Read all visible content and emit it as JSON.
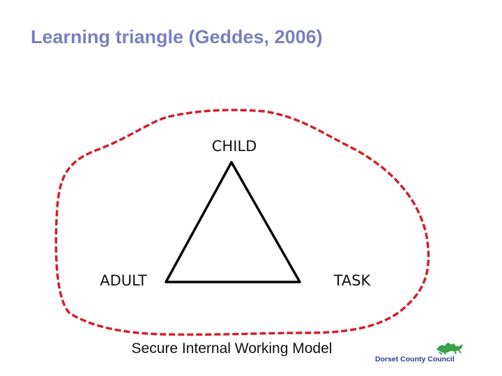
{
  "slide": {
    "title": "Learning triangle (Geddes, 2006)",
    "caption": "Secure Internal Working Model"
  },
  "diagram": {
    "nodes": {
      "child": "CHILD",
      "adult": "ADULT",
      "task": "TASK"
    },
    "boundary_color": "#d0202a",
    "triangle_color": "#000000"
  },
  "logo": {
    "text": "Dorset County Council",
    "text_color": "#2d3a8c",
    "mark_color": "#3aa04a"
  }
}
